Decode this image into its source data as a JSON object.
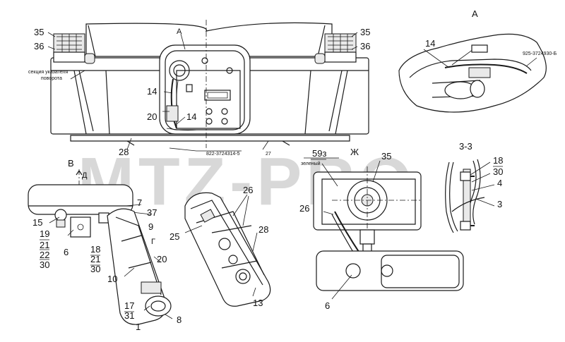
{
  "watermark": "MTZ-PRO",
  "views": {
    "A_title": "А",
    "B_title": "В",
    "Zh_title": "Ж",
    "section_title": "3-3"
  },
  "top_view": {
    "callout_A": "А",
    "left_35": "35",
    "left_36": "36",
    "right_35": "35",
    "right_36": "36",
    "side_note_line1": "секция указателя",
    "side_note_line2": "поворота",
    "c14_a": "14",
    "c14_b": "14",
    "c20": "20",
    "c28": "28",
    "c27": "27",
    "part_no": "822-3724314-5"
  },
  "detail_A": {
    "c14": "14",
    "part_no": "925-3724930-Б"
  },
  "detail_B": {
    "d_label": "Д",
    "g_label": "Г",
    "c7": "7",
    "c37": "37",
    "c9": "9",
    "c15": "15",
    "c19": "19",
    "c21a": "21",
    "c22": "22",
    "c30a": "30",
    "c6": "6",
    "c18": "18",
    "c21b": "21",
    "c30b": "30",
    "c20": "20",
    "c10": "10",
    "c17": "17",
    "c31": "31",
    "c1": "1",
    "c8": "8"
  },
  "lamp_center": {
    "c26": "26",
    "c25": "25",
    "c28": "28",
    "c13": "13"
  },
  "detail_Zh": {
    "c59": "59з",
    "green_note": "зеленый",
    "c35": "35",
    "c26": "26",
    "c6": "6"
  },
  "section_33": {
    "c18": "18",
    "c30": "30",
    "c4": "4",
    "c3": "3"
  }
}
